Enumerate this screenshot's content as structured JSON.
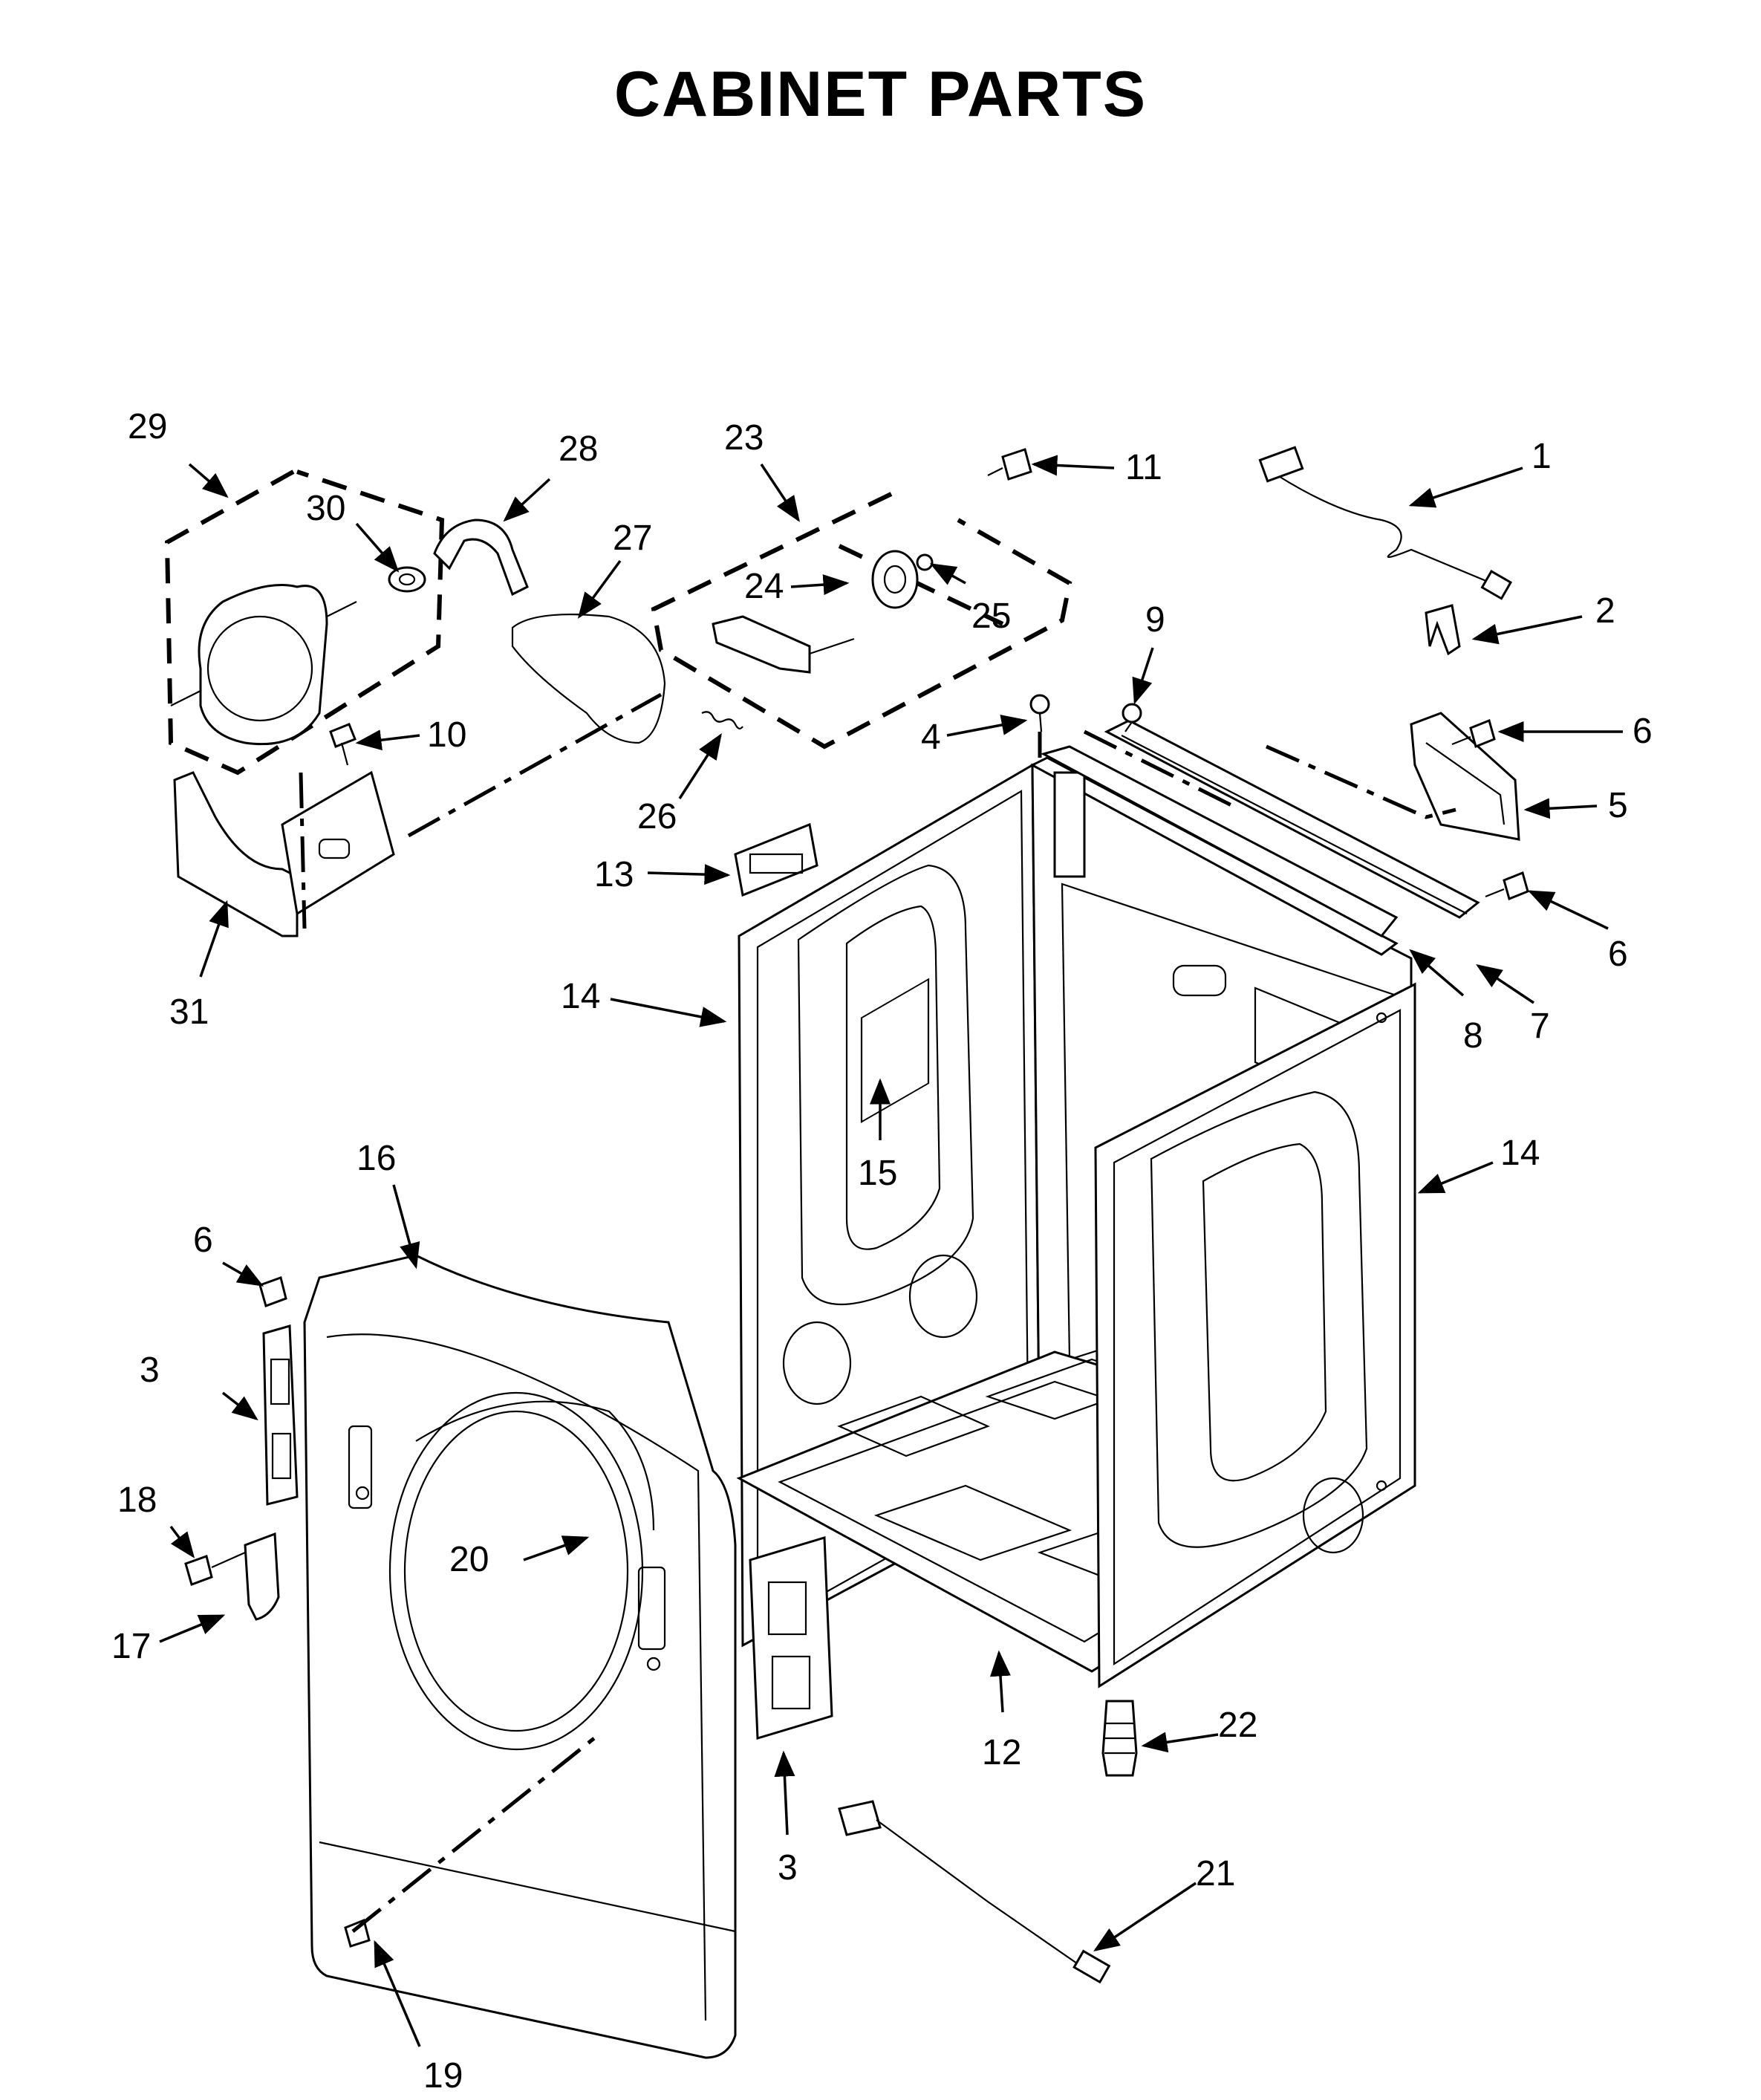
{
  "title": "CABINET PARTS",
  "callouts": [
    {
      "id": "c1",
      "label": "1"
    },
    {
      "id": "c2",
      "label": "2"
    },
    {
      "id": "c3a",
      "label": "3"
    },
    {
      "id": "c3b",
      "label": "3"
    },
    {
      "id": "c4",
      "label": "4"
    },
    {
      "id": "c5",
      "label": "5"
    },
    {
      "id": "c6a",
      "label": "6"
    },
    {
      "id": "c6b",
      "label": "6"
    },
    {
      "id": "c6c",
      "label": "6"
    },
    {
      "id": "c7",
      "label": "7"
    },
    {
      "id": "c8",
      "label": "8"
    },
    {
      "id": "c9",
      "label": "9"
    },
    {
      "id": "c10",
      "label": "10"
    },
    {
      "id": "c11",
      "label": "11"
    },
    {
      "id": "c12",
      "label": "12"
    },
    {
      "id": "c13",
      "label": "13"
    },
    {
      "id": "c14a",
      "label": "14"
    },
    {
      "id": "c14b",
      "label": "14"
    },
    {
      "id": "c15",
      "label": "15"
    },
    {
      "id": "c16",
      "label": "16"
    },
    {
      "id": "c17",
      "label": "17"
    },
    {
      "id": "c18",
      "label": "18"
    },
    {
      "id": "c19",
      "label": "19"
    },
    {
      "id": "c20",
      "label": "20"
    },
    {
      "id": "c21",
      "label": "21"
    },
    {
      "id": "c22",
      "label": "22"
    },
    {
      "id": "c23",
      "label": "23"
    },
    {
      "id": "c24",
      "label": "24"
    },
    {
      "id": "c25",
      "label": "25"
    },
    {
      "id": "c26",
      "label": "26"
    },
    {
      "id": "c27",
      "label": "27"
    },
    {
      "id": "c28",
      "label": "28"
    },
    {
      "id": "c29",
      "label": "29"
    },
    {
      "id": "c30",
      "label": "30"
    },
    {
      "id": "c31",
      "label": "31"
    }
  ]
}
